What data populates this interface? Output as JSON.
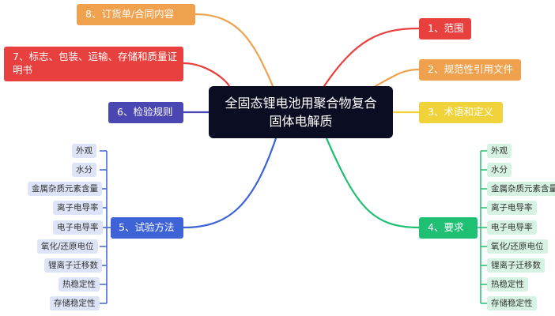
{
  "center": "全固态锂电池用聚合物复合固体电解质",
  "branches": {
    "b1": {
      "label": "1、范围",
      "color": "#e8403e"
    },
    "b2": {
      "label": "2、规范性引用文件",
      "color": "#f0a14e"
    },
    "b3": {
      "label": "3、术语和定义",
      "color": "#f0d23a"
    },
    "b4": {
      "label": "4、要求",
      "color": "#1fbf74"
    },
    "b5": {
      "label": "5、试验方法",
      "color": "#3d63d6"
    },
    "b6": {
      "label": "6、检验规则",
      "color": "#4a47b3"
    },
    "b7": {
      "label": "7、标志、包装、运输、存储和质量证明书",
      "color": "#e8403e"
    },
    "b8": {
      "label": "8、订货单/合同内容",
      "color": "#f0a14e"
    }
  },
  "requirements": [
    "外观",
    "水分",
    "金属杂质元素含量",
    "离子电导率",
    "电子电导率",
    "氧化/还原电位",
    "锂离子迁移数",
    "热稳定性",
    "存储稳定性"
  ],
  "test_methods": [
    "外观",
    "水分",
    "金属杂质元素含量",
    "离子电导率",
    "电子电导率",
    "氧化/还原电位",
    "锂离子迁移数",
    "热稳定性",
    "存储稳定性"
  ]
}
